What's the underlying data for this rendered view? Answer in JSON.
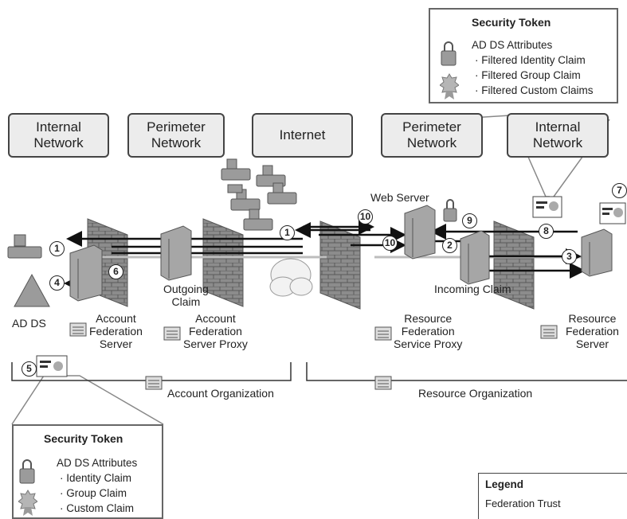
{
  "zones": {
    "internal_left": "Internal\nNetwork",
    "perimeter_left": "Perimeter\nNetwork",
    "internet": "Internet",
    "perimeter_right": "Perimeter\nNetwork",
    "internal_right": "Internal\nNetwork"
  },
  "token_top": {
    "title": "Security Token",
    "header": "AD DS Attributes",
    "items": [
      "· Filtered Identity Claim",
      "· Filtered Group Claim",
      "· Filtered Custom Claims"
    ]
  },
  "token_bottom": {
    "title": "Security Token",
    "header": "AD DS Attributes",
    "items": [
      "· Identity Claim",
      "· Group Claim",
      "· Custom Claim"
    ]
  },
  "labels": {
    "web_server": "Web Server",
    "outgoing_claim": "Outgoing\nClaim",
    "incoming_claim": "Incoming Claim",
    "ad_ds": "AD DS",
    "account_fs": "Account\nFederation\nServer",
    "account_fsp": "Account\nFederation\nServer Proxy",
    "resource_fsp": "Resource\nFederation\nService Proxy",
    "resource_fs": "Resource\nFederation\nServer",
    "account_org": "Account Organization",
    "resource_org": "Resource Organization"
  },
  "steps": {
    "s1a": "1",
    "s1b": "1",
    "s2": "2",
    "s3": "3",
    "s4": "4",
    "s5": "5",
    "s6": "6",
    "s7": "7",
    "s8": "8",
    "s9": "9",
    "s10a": "10",
    "s10b": "10"
  },
  "legend": {
    "title": "Legend",
    "item": "Federation Trust"
  },
  "colors": {
    "firewall": "#8a8a8a",
    "zone_fill": "#ececec",
    "arrow": "#111111",
    "trust_line": "#bdbdbd"
  }
}
